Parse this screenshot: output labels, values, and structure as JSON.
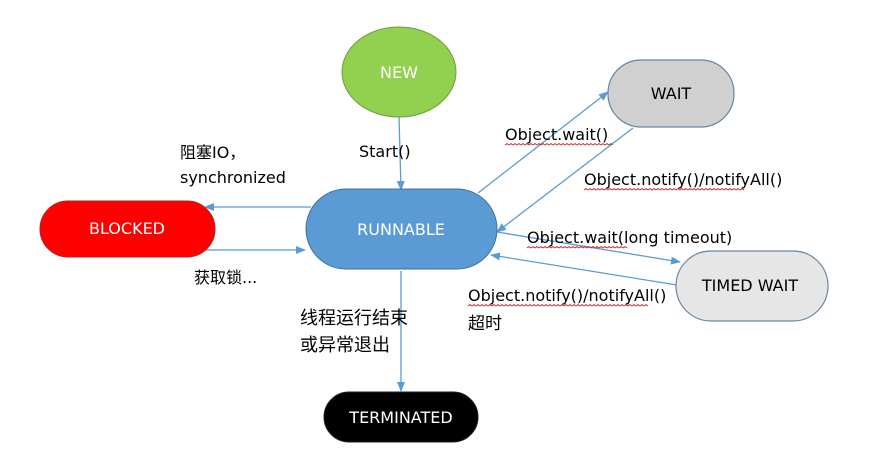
{
  "states": {
    "new": {
      "label": "NEW",
      "fill": "#92d050",
      "stroke": "#6e9d3c",
      "text_color": "#ffffff"
    },
    "wait": {
      "label": "WAIT",
      "fill": "#d0d0d0",
      "stroke": "#6b85a6",
      "text_color": "#000000"
    },
    "blocked": {
      "label": "BLOCKED",
      "fill": "#ff0000",
      "stroke": "#b32222",
      "text_color": "#ffffff"
    },
    "runnable": {
      "label": "RUNNABLE",
      "fill": "#5b9bd5",
      "stroke": "#41719c",
      "text_color": "#ffffff"
    },
    "timed_wait": {
      "label": "TIMED WAIT",
      "fill": "#e6e6e6",
      "stroke": "#6b85a6",
      "text_color": "#000000"
    },
    "terminated": {
      "label": "TERMINATED",
      "fill": "#000000",
      "stroke": "#222222",
      "text_color": "#ffffff"
    }
  },
  "transitions": {
    "start": "Start()",
    "block_line1": "阻塞IO，",
    "block_line2": "synchronized",
    "acquire_lock": "获取锁...",
    "obj_wait": "Object.wait()",
    "obj_notify": "Object.notify()/notifyAll()",
    "obj_wait_timeout": "Object.wait(long timeout)",
    "timed_notify": "Object.notify()/notifyAll()",
    "timeout": "超时",
    "terminate_line1": "线程运行结束",
    "terminate_line2": "或异常退出"
  },
  "colors": {
    "arrow": "#5b9bd5",
    "misspelling_underline": "#d02020"
  }
}
